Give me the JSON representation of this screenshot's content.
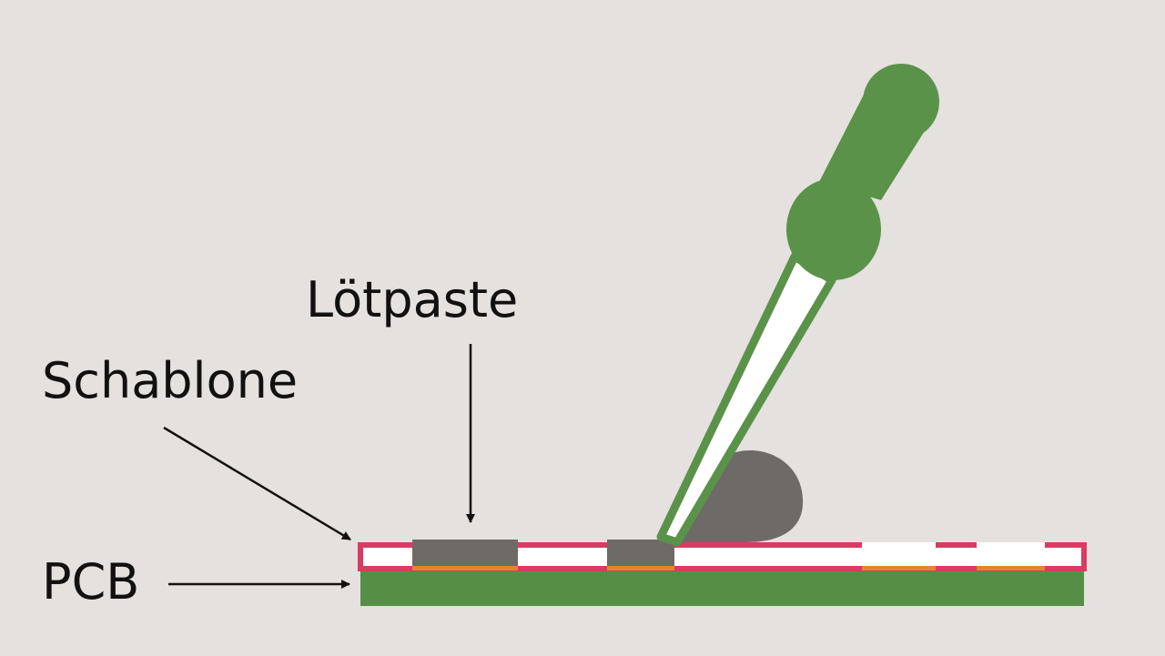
{
  "labels": {
    "paste": "Lötpaste",
    "stencil": "Schablone",
    "pcb": "PCB"
  },
  "colors": {
    "background": "#e4e1de",
    "pcb_green": "#558f45",
    "squeegee_green": "#5a9249",
    "stencil_frame": "#d93b63",
    "solder_paste": "#6e6a67",
    "pad_copper": "#d98a2f",
    "arrow": "#111111"
  }
}
